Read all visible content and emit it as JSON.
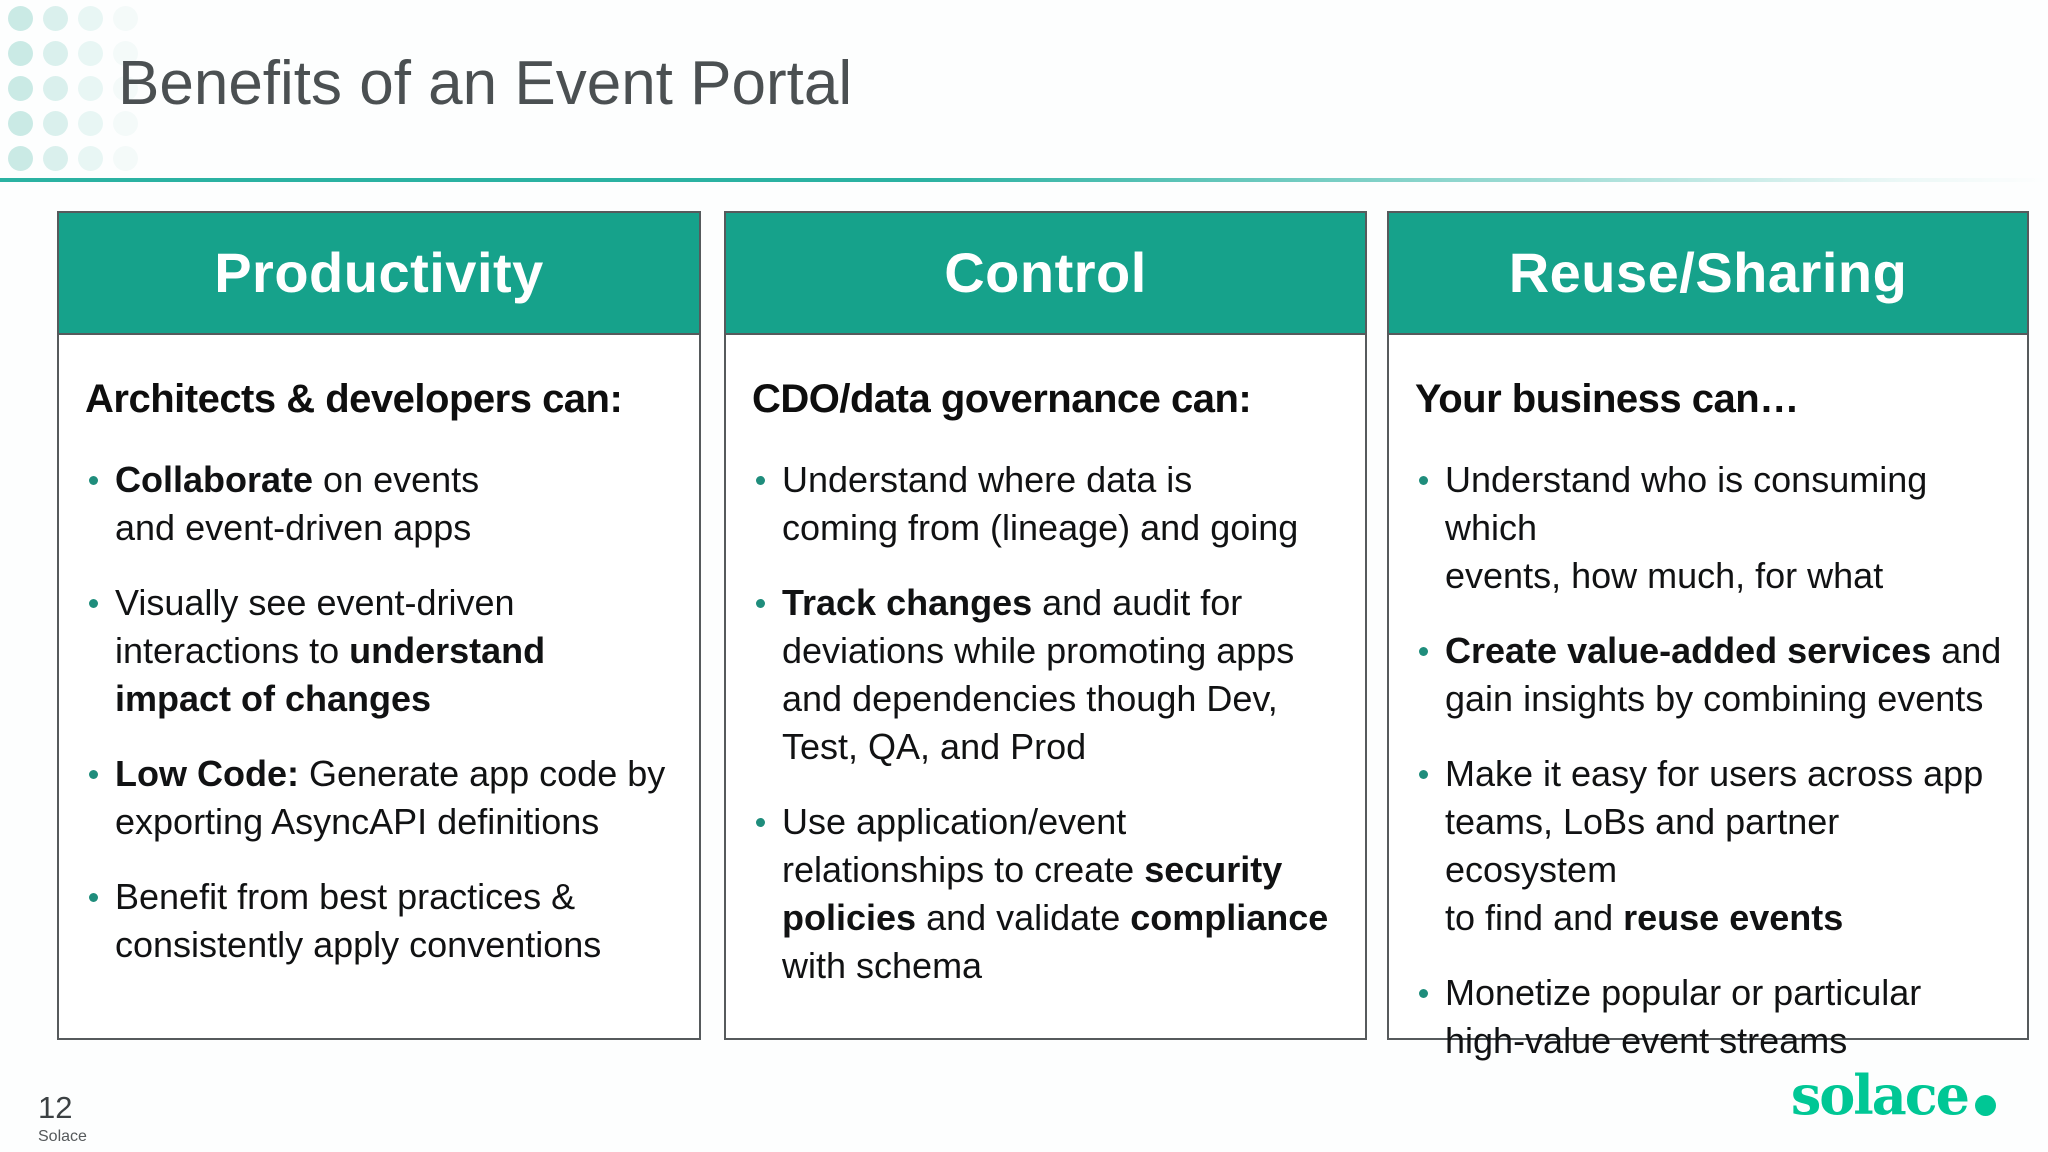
{
  "slide": {
    "title": "Benefits of an Event Portal",
    "page_number": "12",
    "footer_label": "Solace",
    "logo": {
      "text": "solace",
      "color": "#00c795"
    },
    "accent_teal": "#16a28b",
    "divider_color": "#2bb2a2",
    "columns": [
      {
        "id": "productivity",
        "header": "Productivity",
        "subhead": "Architects & developers can:",
        "bullets": [
          [
            {
              "b": true,
              "t": "Collaborate"
            },
            {
              "t": " on events\nand event-driven apps"
            }
          ],
          [
            {
              "t": "Visually see event-driven\ninteractions to "
            },
            {
              "b": true,
              "t": "understand\nimpact of changes"
            }
          ],
          [
            {
              "b": true,
              "t": "Low Code:"
            },
            {
              "t": " Generate app code by\nexporting AsyncAPI definitions"
            }
          ],
          [
            {
              "t": "Benefit from best practices &\nconsistently apply conventions"
            }
          ]
        ]
      },
      {
        "id": "control",
        "header": "Control",
        "subhead": "CDO/data governance can:",
        "bullets": [
          [
            {
              "t": "Understand where data is\ncoming from (lineage) and going"
            }
          ],
          [
            {
              "b": true,
              "t": "Track changes"
            },
            {
              "t": " and audit for\ndeviations while promoting apps\nand dependencies though Dev,\nTest, QA, and Prod"
            }
          ],
          [
            {
              "t": "Use application/event\nrelationships to create "
            },
            {
              "b": true,
              "t": "security\npolicies"
            },
            {
              "t": " and validate "
            },
            {
              "b": true,
              "t": "compliance"
            },
            {
              "t": "\nwith schema"
            }
          ]
        ]
      },
      {
        "id": "reuse-sharing",
        "header": "Reuse/Sharing",
        "subhead": "Your business can…",
        "bullets": [
          [
            {
              "t": "Understand who is consuming which\nevents, how much, for what"
            }
          ],
          [
            {
              "b": true,
              "t": "Create value-added services"
            },
            {
              "t": " and\ngain insights by combining events"
            }
          ],
          [
            {
              "t": "Make it easy for users across app\nteams, LoBs and partner ecosystem\nto find and "
            },
            {
              "b": true,
              "t": "reuse events"
            }
          ],
          [
            {
              "t": "Monetize popular or particular\nhigh-value event streams"
            }
          ]
        ]
      }
    ],
    "dot_pattern": {
      "rows": 5,
      "cols": 4,
      "column_opacities": [
        0.22,
        0.15,
        0.09,
        0.04
      ]
    }
  }
}
